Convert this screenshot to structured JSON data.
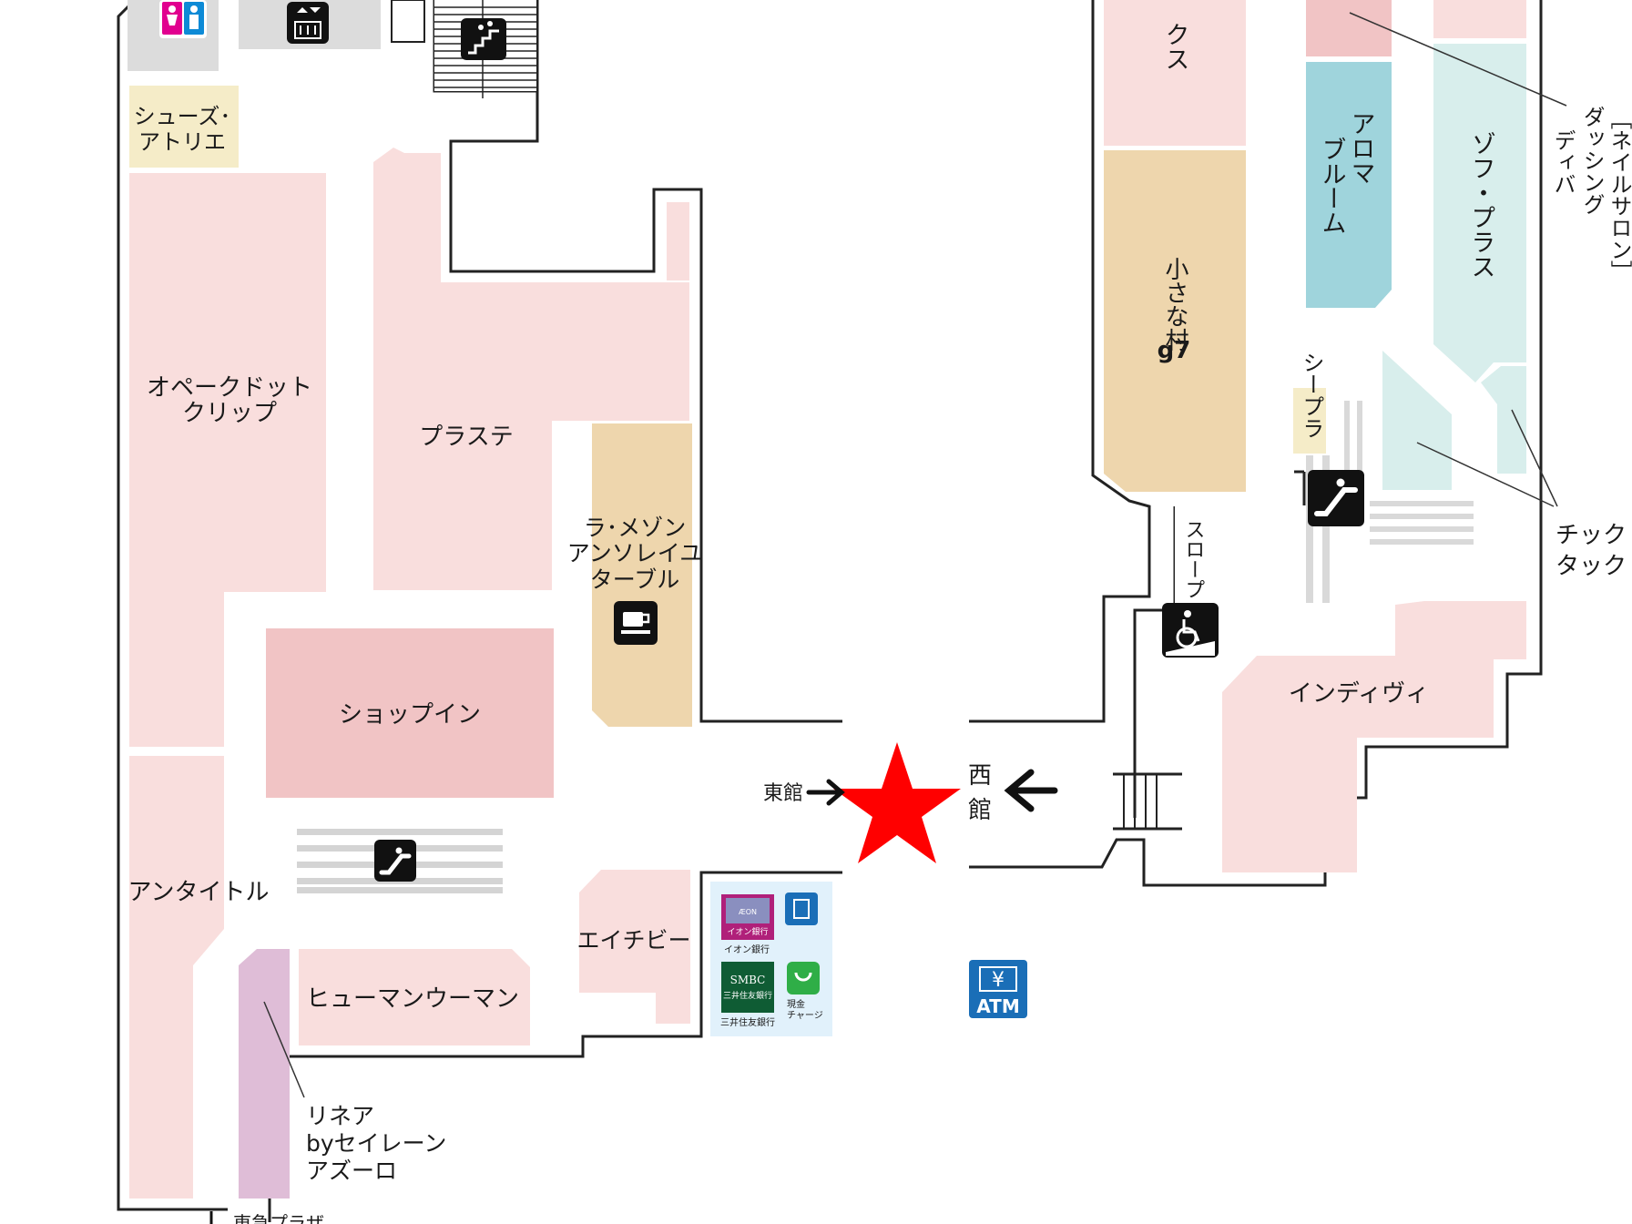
{
  "shops": {
    "shoes_atelier": [
      "シューズ･",
      "アトリエ"
    ],
    "opaque_clip": [
      "オペークドット",
      "クリップ"
    ],
    "plaste": "プラステ",
    "la_maison": [
      "ラ･メゾン",
      "アンソレイユ",
      "ターブル"
    ],
    "shop_in": "ショップイン",
    "untitled": "アンタイトル",
    "hb": "エイチビー",
    "human_woman": "ヒューマンウーマン",
    "linea": [
      "リネア",
      "byセイレーン",
      "アズーロ"
    ],
    "x_partial": "クス",
    "chiisana_mura": [
      "小さな村",
      "g7"
    ],
    "aroma_bloom": [
      "アロマ",
      "ブルーム"
    ],
    "zoff_plus": "ゾフ・プラス",
    "nail_salon": [
      "［ネイルサロン］",
      "ダッシング",
      "ディバ"
    ],
    "seapla": "シープラ",
    "slope": "スロープ",
    "chicktack": [
      "チック",
      "タック"
    ],
    "indivi": "インディヴィ"
  },
  "markers": {
    "east_wing": "東館",
    "west_wing": [
      "西",
      "館"
    ],
    "star_color": "#ff0000"
  },
  "atm_panel": {
    "aeon_logo": [
      "ÆON",
      "イオン銀行"
    ],
    "aeon_caption": "イオン銀行",
    "smbc_logo": [
      "SMBC",
      "三井住友銀行"
    ],
    "smbc_caption": "三井住友銀行",
    "cash_charge": [
      "現金",
      "チャージ"
    ]
  },
  "atm_sign": {
    "yen": "¥",
    "label": "ATM"
  },
  "bottom_partial": "東急プラザ"
}
